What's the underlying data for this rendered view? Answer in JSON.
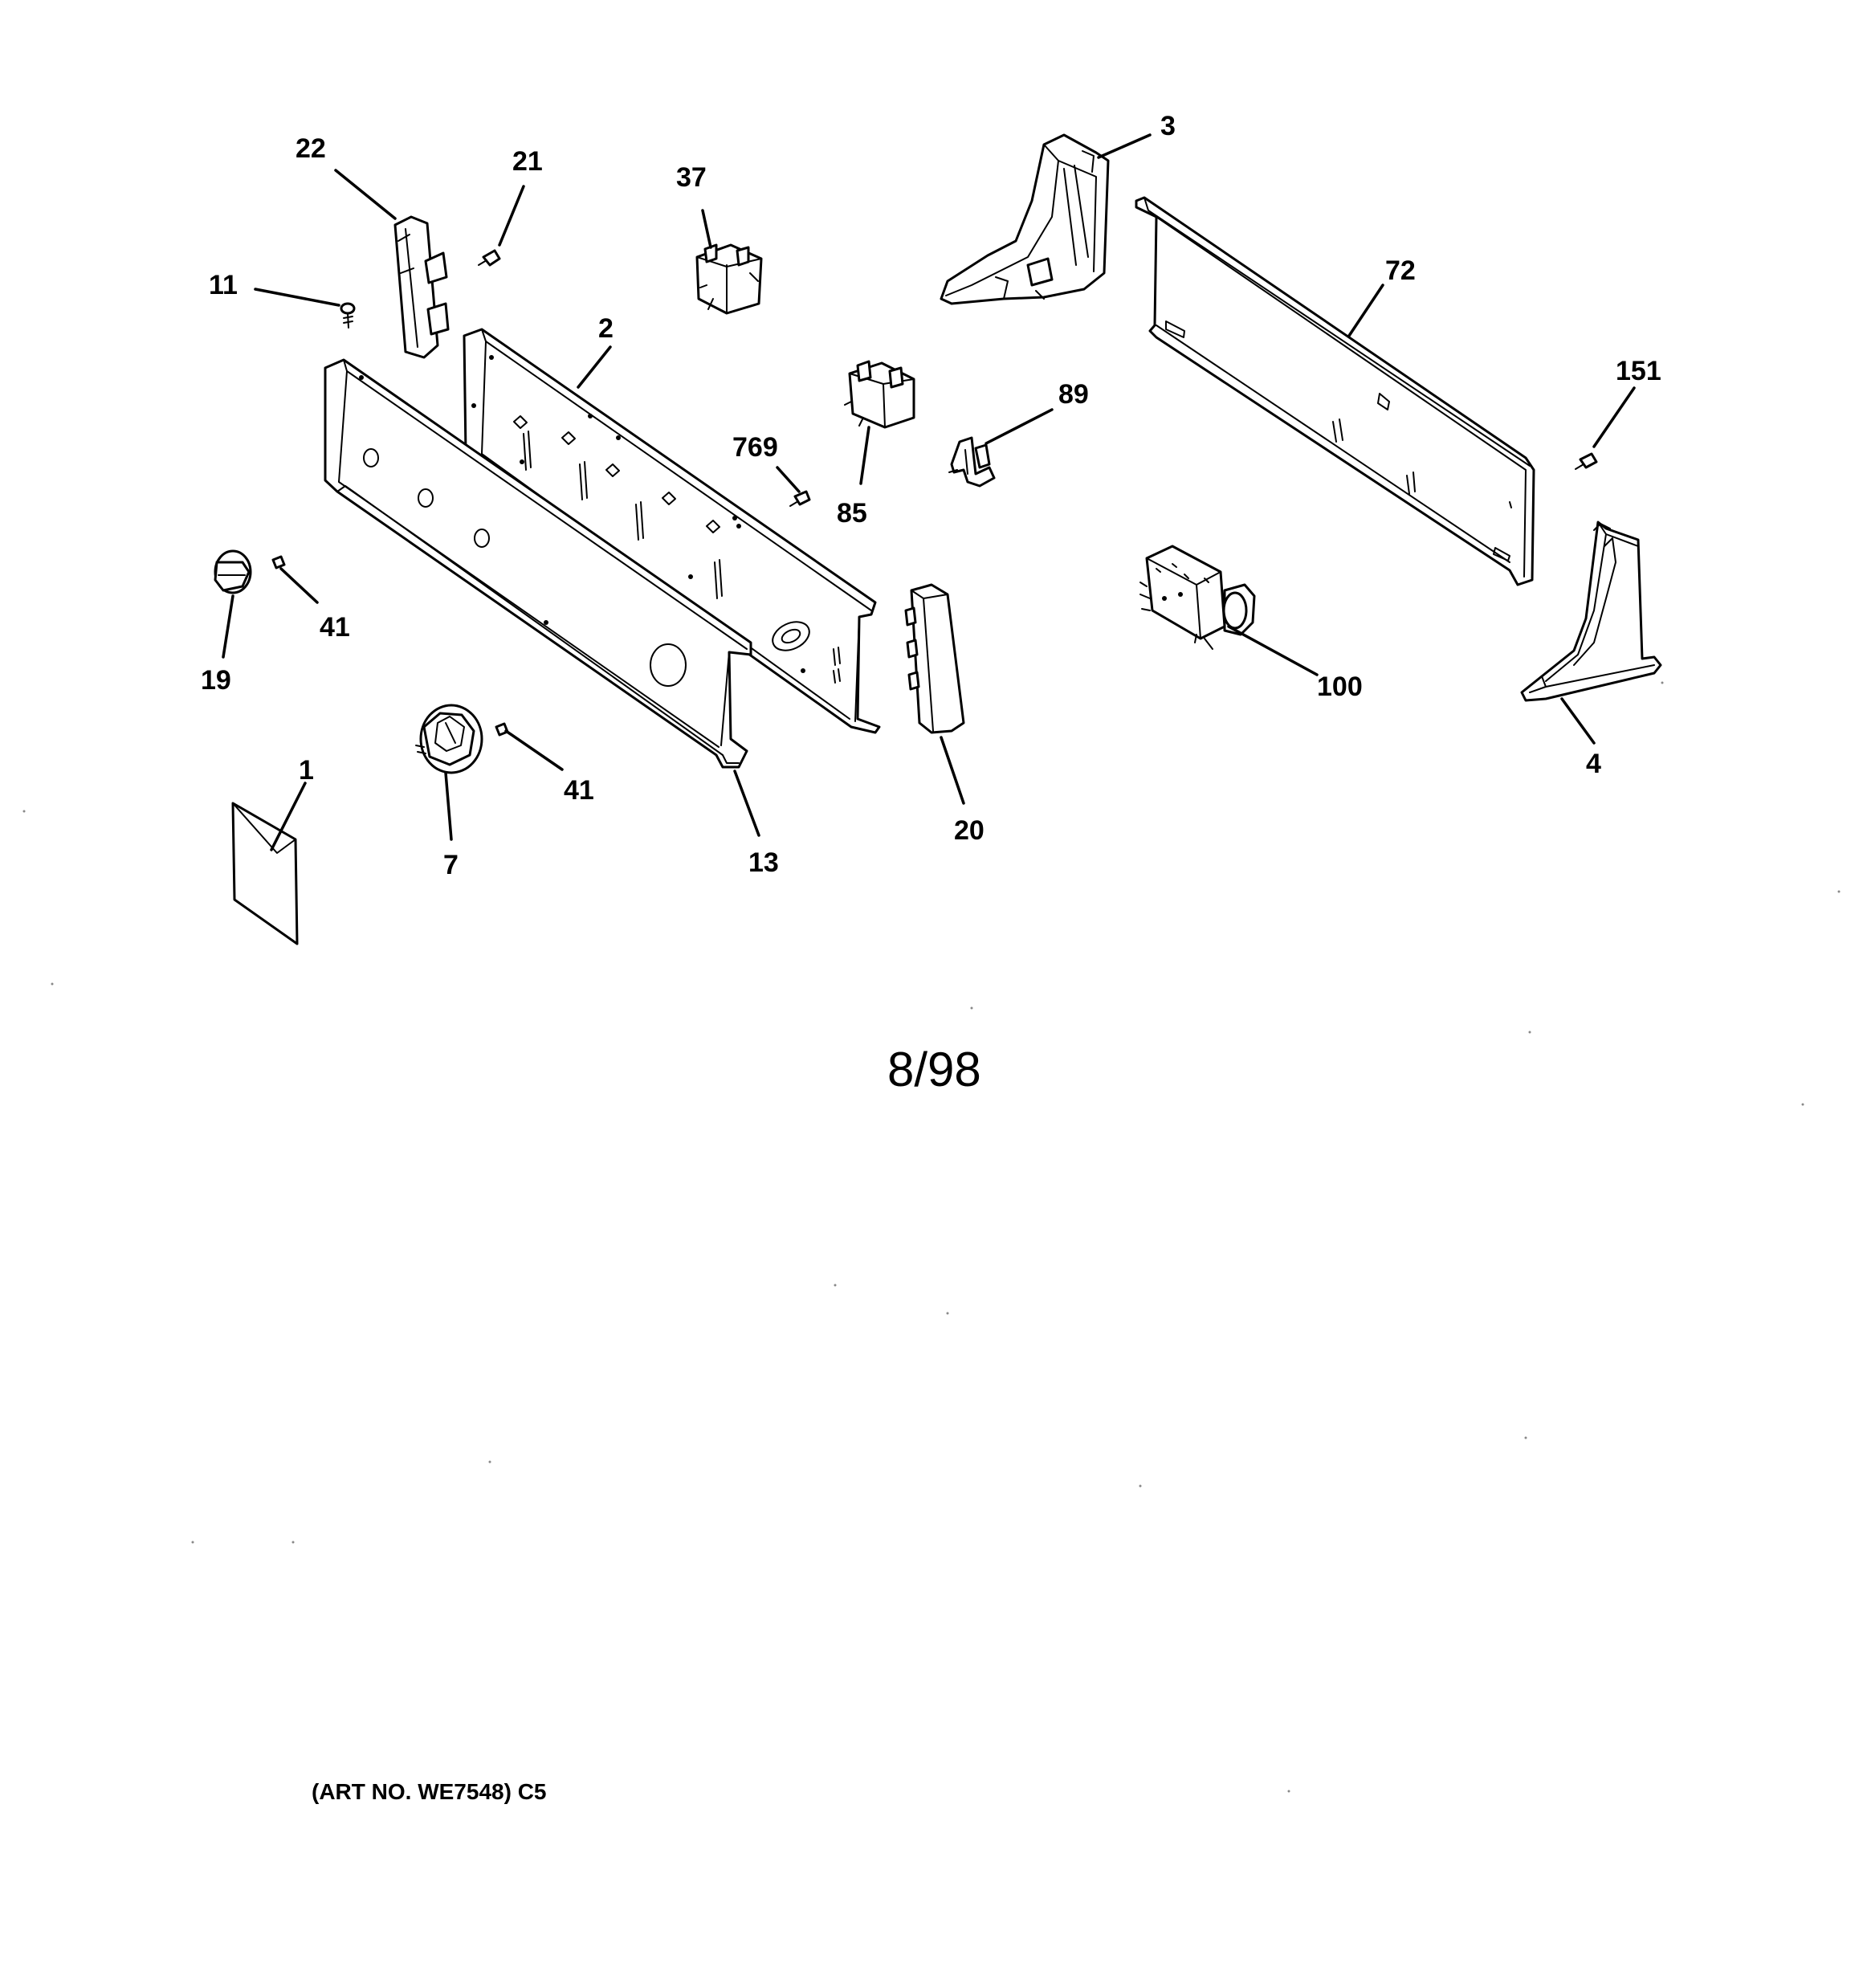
{
  "diagram": {
    "callouts": {
      "p1": "1",
      "p2": "2",
      "p3": "3",
      "p4": "4",
      "p7": "7",
      "p11": "11",
      "p13": "13",
      "p19": "19",
      "p20": "20",
      "p21": "21",
      "p22": "22",
      "p37": "37",
      "p41a": "41",
      "p41b": "41",
      "p72": "72",
      "p85": "85",
      "p89": "89",
      "p100": "100",
      "p151": "151",
      "p769": "769"
    },
    "date_code": "8/98",
    "art_number": "(ART NO. WE7548) C5"
  }
}
